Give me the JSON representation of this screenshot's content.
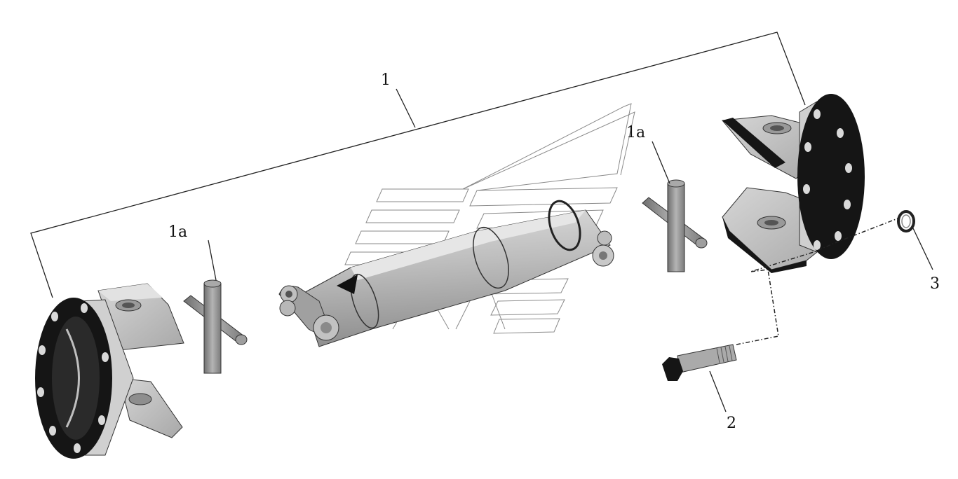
{
  "diagram": {
    "type": "exploded-parts-view",
    "colors": {
      "part_light": "#c4c4c4",
      "part_mid": "#9a9a9a",
      "part_dark": "#151515",
      "leader": "#222222",
      "label": "#111111"
    },
    "callouts": {
      "assembly": "1",
      "cross_left": "1a",
      "cross_right": "1a",
      "bolt": "2",
      "washer": "3"
    }
  }
}
